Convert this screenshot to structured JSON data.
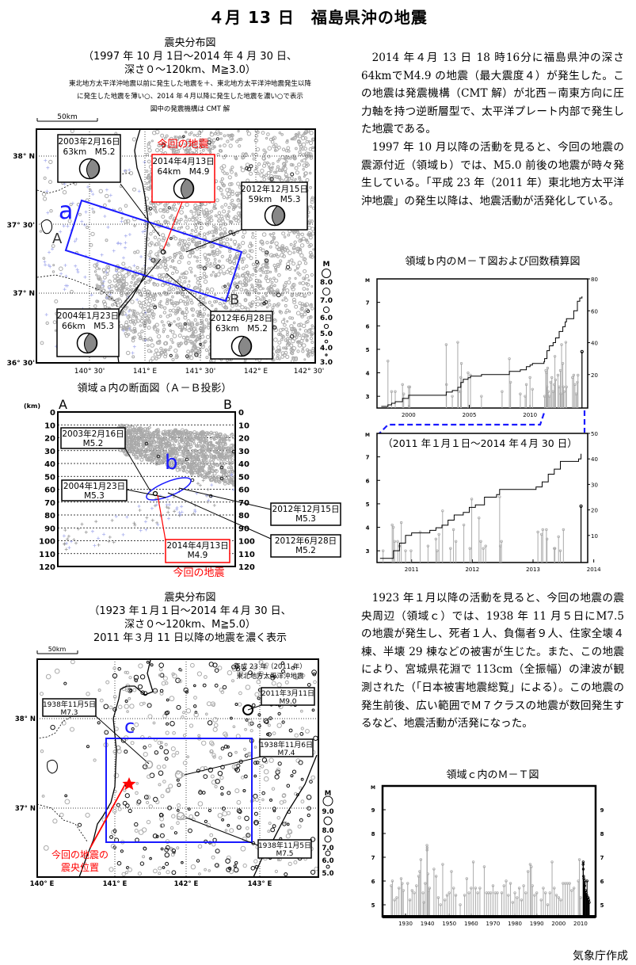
{
  "title": "４月 13 日　福島県沖の地震",
  "colors": {
    "accent_blue": "#1a1aff",
    "highlight_red": "#ff0000",
    "seismicity_gray": "#a9a9a9",
    "recent_black": "#000000"
  },
  "map1": {
    "title": "震央分布図",
    "period": "（1997 年 10 月 1日～2014 年 4 月 30 日、",
    "criteria": "深さ０～120km、M≧3.0）",
    "note1": "東北地方太平洋沖地震以前に発生した地震を＋、東北地方太平洋沖地震発生以降",
    "note2": "に発生した地震を薄い○、2014 年４月以降に発生した地震を濃い○で表示",
    "note3": "図中の発震機構は CMT 解",
    "scale": "50km",
    "lat_labels": [
      "38° N",
      "37° 30'",
      "37° N",
      "36° 30'"
    ],
    "lon_labels": [
      "140° 30'",
      "141° E",
      "141° 30'",
      "142° E",
      "142° 30'"
    ],
    "region_label": "a",
    "point_a": "A",
    "point_b": "B",
    "current_label": "今回の地震",
    "events": [
      {
        "date": "2003年2月16日",
        "info": "63km　M5.2"
      },
      {
        "date": "2014年4月13日",
        "info": "64km　M4.9"
      },
      {
        "date": "2012年12月15日",
        "info": "59km　M5.3"
      },
      {
        "date": "2004年1月23日",
        "info": "66km　M5.3"
      },
      {
        "date": "2012年6月28日",
        "info": "63km　M5.2"
      }
    ],
    "legend_title": "M",
    "legend": [
      "8.0",
      "7.0",
      "6.0",
      "5.0",
      "4.0",
      "3.0"
    ]
  },
  "section": {
    "title": "領域ａ内の断面図（Ａ－Ｂ投影）",
    "unit": "(km)",
    "point_a": "A",
    "point_b": "B",
    "depth_ticks": [
      "0",
      "10",
      "20",
      "30",
      "40",
      "50",
      "60",
      "70",
      "80",
      "90",
      "100",
      "110",
      "120"
    ],
    "region_label": "b",
    "current_label": "今回の地震",
    "events": [
      {
        "date": "2003年2月16日",
        "mag": "M5.2"
      },
      {
        "date": "2004年1月23日",
        "mag": "M5.3"
      },
      {
        "date": "2012年12月15日",
        "mag": "M5.3"
      },
      {
        "date": "2012年6月28日",
        "mag": "M5.2"
      },
      {
        "date": "2014年4月13日",
        "mag": "M4.9"
      }
    ]
  },
  "map2": {
    "title": "震央分布図",
    "period": "（1923 年１月１日～2014 年４月 30 日、",
    "criteria": "深さ０～120km、M≧5.0）",
    "note": "2011 年３月 11 日以降の地震を濃く表示",
    "scale": "50km",
    "lat_labels": [
      "38° N",
      "37° N"
    ],
    "lon_labels": [
      "140° E",
      "141° E",
      "142° E",
      "143° E"
    ],
    "tohoku_label1": "平成 23 年（2011 年）",
    "tohoku_label2": "東北地方太平洋沖地震",
    "region_label": "c",
    "events": [
      {
        "date": "2011年3月11日",
        "mag": "M9.0"
      },
      {
        "date": "1938年11月5日",
        "mag": "M7.3"
      },
      {
        "date": "1938年11月6日",
        "mag": "M7.4"
      },
      {
        "date": "1938年11月5日",
        "mag": "M7.5"
      }
    ],
    "current_label1": "今回の地震の",
    "current_label2": "震央位置",
    "legend_title": "M",
    "legend": [
      "9.0",
      "8.0",
      "7.0",
      "6.0",
      "5.0"
    ]
  },
  "text1": [
    "2014 年４月 13 日 18 時16分に福島県沖の深さ64kmでM4.9 の地震（最大震度４）が発生した。この地震は発震機構（CMT 解）が北西－南東方向に圧力軸を持つ逆断層型で、太平洋プレート内部で発生した地震である。",
    "1997 年 10 月以降の活動を見ると、今回の地震の震源付近（領域ｂ）では、M5.0 前後の地震が時々発生している。「平成 23 年（2011 年）東北地方太平洋沖地震」の発生以降は、地震活動が活発化している。"
  ],
  "text2": [
    "1923 年１月以降の活動を見ると、今回の地震の震央周辺（領域ｃ）では、1938 年 11 月５日にM7.5 の地震が発生し、死者１人、負傷者９人、住家全壊４棟、半壊 29 棟などの被害が生じた。また、この地震により、宮城県花淵で 113cm（全振幅）の津波が観測された（「日本被害地震総覧」による）。この地震の発生前後、広い範囲でＭ７クラスの地震が数回発生するなど、地震活動が活発になった。"
  ],
  "chart_data": [
    {
      "type": "line",
      "title": "領域ｂ内のＭ－Ｔ図および回数積算図",
      "ylabel": "M",
      "xlim": [
        1997.4,
        2014.75
      ],
      "ylim": [
        2.5,
        8.0
      ],
      "y2lim": [
        0,
        80
      ],
      "x_ticks": [
        "2000",
        "2005",
        "2010"
      ],
      "y_ticks": [
        "3",
        "4",
        "5",
        "6",
        "7"
      ],
      "y2_ticks": [
        "20",
        "40",
        "60",
        "80"
      ],
      "events": [
        [
          1998.3,
          4.5
        ],
        [
          1998.6,
          3.2
        ],
        [
          1998.9,
          3.2
        ],
        [
          1999.5,
          3.5
        ],
        [
          1999.6,
          3.1
        ],
        [
          2000.0,
          3.4
        ],
        [
          2000.1,
          3.4
        ],
        [
          2003.1,
          5.2
        ],
        [
          2003.12,
          3.5
        ],
        [
          2003.6,
          3.0
        ],
        [
          2004.05,
          5.3
        ],
        [
          2004.1,
          3.2
        ],
        [
          2004.3,
          3.8
        ],
        [
          2004.35,
          4.4
        ],
        [
          2004.28,
          3.2
        ],
        [
          2004.9,
          4.0
        ],
        [
          2005.1,
          3.9
        ],
        [
          2006.0,
          3.0
        ],
        [
          2007.7,
          3.2
        ],
        [
          2008.3,
          4.6
        ],
        [
          2008.4,
          3.6
        ],
        [
          2009.2,
          3.1
        ],
        [
          2009.6,
          3.0
        ],
        [
          2009.7,
          3.5
        ],
        [
          2010.0,
          3.8
        ],
        [
          2010.2,
          3.3
        ],
        [
          2011.2,
          3.0
        ],
        [
          2011.3,
          4.1
        ],
        [
          2011.35,
          4.0
        ],
        [
          2011.4,
          3.4
        ],
        [
          2011.45,
          4.2
        ],
        [
          2011.5,
          3.2
        ],
        [
          2011.6,
          3.0
        ],
        [
          2011.7,
          3.6
        ],
        [
          2011.8,
          3.8
        ],
        [
          2011.9,
          3.2
        ],
        [
          2012.0,
          3.5
        ],
        [
          2012.05,
          4.7
        ],
        [
          2012.1,
          3.7
        ],
        [
          2012.3,
          3.9
        ],
        [
          2012.4,
          3.4
        ],
        [
          2012.5,
          4.1
        ],
        [
          2012.55,
          3.1
        ],
        [
          2012.6,
          5.2
        ],
        [
          2012.7,
          4.4
        ],
        [
          2012.75,
          3.4
        ],
        [
          2012.8,
          3.2
        ],
        [
          2012.95,
          5.3
        ],
        [
          2013.0,
          3.4
        ],
        [
          2013.5,
          3.8
        ],
        [
          2013.6,
          3.9
        ],
        [
          2013.7,
          3.5
        ],
        [
          2013.8,
          3.1
        ],
        [
          2013.9,
          3.6
        ],
        [
          2013.95,
          3.9
        ]
      ],
      "latest_event": [
        2014.28,
        4.9
      ],
      "cumulative": [
        [
          1997.75,
          0
        ],
        [
          1998.3,
          1
        ],
        [
          1998.6,
          2
        ],
        [
          1998.9,
          3
        ],
        [
          1999.5,
          5
        ],
        [
          2000.0,
          7
        ],
        [
          2003.1,
          9
        ],
        [
          2003.6,
          10
        ],
        [
          2004.05,
          12
        ],
        [
          2004.3,
          15
        ],
        [
          2004.5,
          17
        ],
        [
          2004.9,
          18
        ],
        [
          2005.1,
          19
        ],
        [
          2006.0,
          20
        ],
        [
          2008.3,
          22
        ],
        [
          2009.2,
          23
        ],
        [
          2009.7,
          25
        ],
        [
          2010.0,
          26
        ],
        [
          2010.2,
          27
        ],
        [
          2011.15,
          28
        ],
        [
          2011.2,
          30
        ],
        [
          2011.4,
          35
        ],
        [
          2011.6,
          38
        ],
        [
          2011.9,
          40
        ],
        [
          2012.1,
          43
        ],
        [
          2012.4,
          47
        ],
        [
          2012.7,
          50
        ],
        [
          2012.9,
          53
        ],
        [
          2013.0,
          55
        ],
        [
          2013.5,
          55
        ],
        [
          2013.6,
          60
        ],
        [
          2013.9,
          66
        ],
        [
          2014.1,
          68
        ],
        [
          2014.28,
          69
        ]
      ]
    },
    {
      "type": "line",
      "title": "（2011 年１月１日～2014 年４月 30 日）",
      "ylabel": "M",
      "xlim": [
        2010.93,
        2014.4
      ],
      "ylim": [
        2.5,
        8.0
      ],
      "y2lim": [
        0,
        50
      ],
      "x_ticks": [
        "2011",
        "2012",
        "2013",
        "2014"
      ],
      "y_ticks": [
        "3",
        "4",
        "5",
        "6",
        "7"
      ],
      "y2_ticks": [
        "10",
        "20",
        "30",
        "40",
        "50"
      ],
      "events": [
        [
          2011.03,
          3.0
        ],
        [
          2011.18,
          4.1
        ],
        [
          2011.2,
          4.0
        ],
        [
          2011.22,
          3.4
        ],
        [
          2011.27,
          3.4
        ],
        [
          2011.3,
          3.2
        ],
        [
          2011.33,
          4.2
        ],
        [
          2011.4,
          3.0
        ],
        [
          2011.49,
          3.0
        ],
        [
          2011.64,
          3.8
        ],
        [
          2011.77,
          3.2
        ],
        [
          2011.9,
          3.5
        ],
        [
          2011.92,
          3.0
        ],
        [
          2011.95,
          3.7
        ],
        [
          2012.01,
          4.7
        ],
        [
          2012.14,
          3.1
        ],
        [
          2012.19,
          3.9
        ],
        [
          2012.23,
          3.4
        ],
        [
          2012.36,
          4.1
        ],
        [
          2012.46,
          3.1
        ],
        [
          2012.49,
          5.2
        ],
        [
          2012.61,
          4.4
        ],
        [
          2012.64,
          3.4
        ],
        [
          2012.68,
          3.1
        ],
        [
          2012.72,
          3.2
        ],
        [
          2012.95,
          5.3
        ],
        [
          2012.96,
          3.2
        ],
        [
          2012.98,
          3.4
        ],
        [
          2013.58,
          3.8
        ],
        [
          2013.64,
          3.7
        ],
        [
          2013.66,
          3.9
        ],
        [
          2013.72,
          3.9
        ],
        [
          2013.73,
          3.5
        ],
        [
          2013.85,
          3.1
        ],
        [
          2013.86,
          3.1
        ],
        [
          2013.92,
          3.6
        ],
        [
          2013.95,
          3.0
        ],
        [
          2014.0,
          3.9
        ]
      ],
      "latest_event": [
        2014.29,
        4.9
      ],
      "cumulative": [
        [
          2010.98,
          1
        ],
        [
          2011.2,
          4
        ],
        [
          2011.3,
          7
        ],
        [
          2011.4,
          10
        ],
        [
          2011.5,
          11
        ],
        [
          2011.8,
          12
        ],
        [
          2011.9,
          13
        ],
        [
          2012.0,
          14
        ],
        [
          2012.1,
          16
        ],
        [
          2012.2,
          18
        ],
        [
          2012.35,
          19
        ],
        [
          2012.45,
          21
        ],
        [
          2012.55,
          22
        ],
        [
          2012.7,
          25
        ],
        [
          2012.9,
          26
        ],
        [
          2012.95,
          28
        ],
        [
          2013.55,
          29
        ],
        [
          2013.65,
          31
        ],
        [
          2013.75,
          34
        ],
        [
          2013.85,
          36
        ],
        [
          2013.95,
          39
        ],
        [
          2014.25,
          40
        ],
        [
          2014.29,
          42
        ]
      ]
    },
    {
      "type": "bar",
      "title": "領域ｃ内のＭ－Ｔ図",
      "ylabel": "M",
      "xlim": [
        1919.5,
        2016.9
      ],
      "ylim": [
        4.5,
        10.0
      ],
      "x_ticks": [
        "1930",
        "1940",
        "1950",
        "1960",
        "1970",
        "1980",
        "1990",
        "2000",
        "2010"
      ],
      "y_ticks": [
        "5",
        "6",
        "7",
        "8",
        "9"
      ],
      "events": [
        [
          1923.5,
          5.8
        ],
        [
          1924,
          6.0
        ],
        [
          1925,
          5.2
        ],
        [
          1926,
          5.3
        ],
        [
          1927,
          5.7
        ],
        [
          1928,
          6.1
        ],
        [
          1928.5,
          5.9
        ],
        [
          1929,
          5.6
        ],
        [
          1931,
          5.9
        ],
        [
          1932,
          5.2
        ],
        [
          1933,
          5.6
        ],
        [
          1934,
          5.5
        ],
        [
          1935,
          5.8
        ],
        [
          1936,
          6.2
        ],
        [
          1936.5,
          6.4
        ],
        [
          1937,
          6.9
        ],
        [
          1938,
          5.5
        ],
        [
          1938.3,
          5.1
        ],
        [
          1939,
          5.9
        ],
        [
          1939.8,
          7.5
        ],
        [
          1939.85,
          7.3
        ],
        [
          1939.9,
          7.4
        ],
        [
          1940.2,
          6.3
        ],
        [
          1940.5,
          5.6
        ],
        [
          1941,
          5.7
        ],
        [
          1943,
          6.5
        ],
        [
          1944,
          6.2
        ],
        [
          1945,
          5.3
        ],
        [
          1946,
          5.0
        ],
        [
          1947,
          6.7
        ],
        [
          1948,
          5.2
        ],
        [
          1949,
          5.4
        ],
        [
          1950,
          5.5
        ],
        [
          1951,
          6.4
        ],
        [
          1952,
          5.7
        ],
        [
          1953,
          5.4
        ],
        [
          1955,
          5.0
        ],
        [
          1957,
          5.4
        ],
        [
          1958,
          6.1
        ],
        [
          1959,
          5.5
        ],
        [
          1960,
          5.7
        ],
        [
          1961,
          6.8
        ],
        [
          1962,
          5.7
        ],
        [
          1963,
          5.5
        ],
        [
          1964,
          5.7
        ],
        [
          1966,
          6.6
        ],
        [
          1967,
          5.5
        ],
        [
          1968,
          5.5
        ],
        [
          1969,
          5.5
        ],
        [
          1970,
          5.8
        ],
        [
          1971,
          5.5
        ],
        [
          1972,
          5.5
        ],
        [
          1974,
          5.5
        ],
        [
          1975,
          5.8
        ],
        [
          1976,
          6.0
        ],
        [
          1977,
          5.4
        ],
        [
          1978,
          5.9
        ],
        [
          1979,
          5.1
        ],
        [
          1980,
          5.5
        ],
        [
          1981,
          5.3
        ],
        [
          1982,
          5.7
        ],
        [
          1983,
          5.2
        ],
        [
          1984,
          5.8
        ],
        [
          1985,
          5.5
        ],
        [
          1986,
          6.4
        ],
        [
          1987,
          6.7
        ],
        [
          1987.5,
          6.6
        ],
        [
          1988,
          5.8
        ],
        [
          1989,
          5.4
        ],
        [
          1990,
          5.5
        ],
        [
          1992,
          5.2
        ],
        [
          1993,
          5.7
        ],
        [
          1994,
          5.5
        ],
        [
          1995,
          5.0
        ],
        [
          1996,
          5.5
        ],
        [
          1997,
          6.8
        ],
        [
          1998,
          5.7
        ],
        [
          1999,
          5.4
        ],
        [
          2000,
          5.3
        ],
        [
          2001,
          5.2
        ],
        [
          2002,
          5.9
        ],
        [
          2003,
          5.9
        ],
        [
          2004,
          5.9
        ],
        [
          2005,
          5.9
        ],
        [
          2006,
          5.6
        ],
        [
          2007,
          5.7
        ],
        [
          2009,
          6.0
        ],
        [
          2009.5,
          6.9
        ],
        [
          2010,
          5.3
        ],
        [
          2011.2,
          6.7
        ],
        [
          2011.25,
          6.8
        ],
        [
          2011.3,
          6.5
        ],
        [
          2011.4,
          6.2
        ],
        [
          2011.5,
          6.1
        ],
        [
          2011.7,
          5.9
        ],
        [
          2011.9,
          5.8
        ],
        [
          2012,
          6.0
        ],
        [
          2012.3,
          5.6
        ],
        [
          2012.6,
          5.5
        ],
        [
          2012.9,
          5.4
        ],
        [
          2013,
          6.0
        ],
        [
          2013.3,
          5.3
        ],
        [
          2013.5,
          5.3
        ],
        [
          2013.8,
          5.2
        ],
        [
          2014,
          5.1
        ]
      ],
      "dark_from_year": 2011.19
    }
  ],
  "footer": "気象庁作成"
}
